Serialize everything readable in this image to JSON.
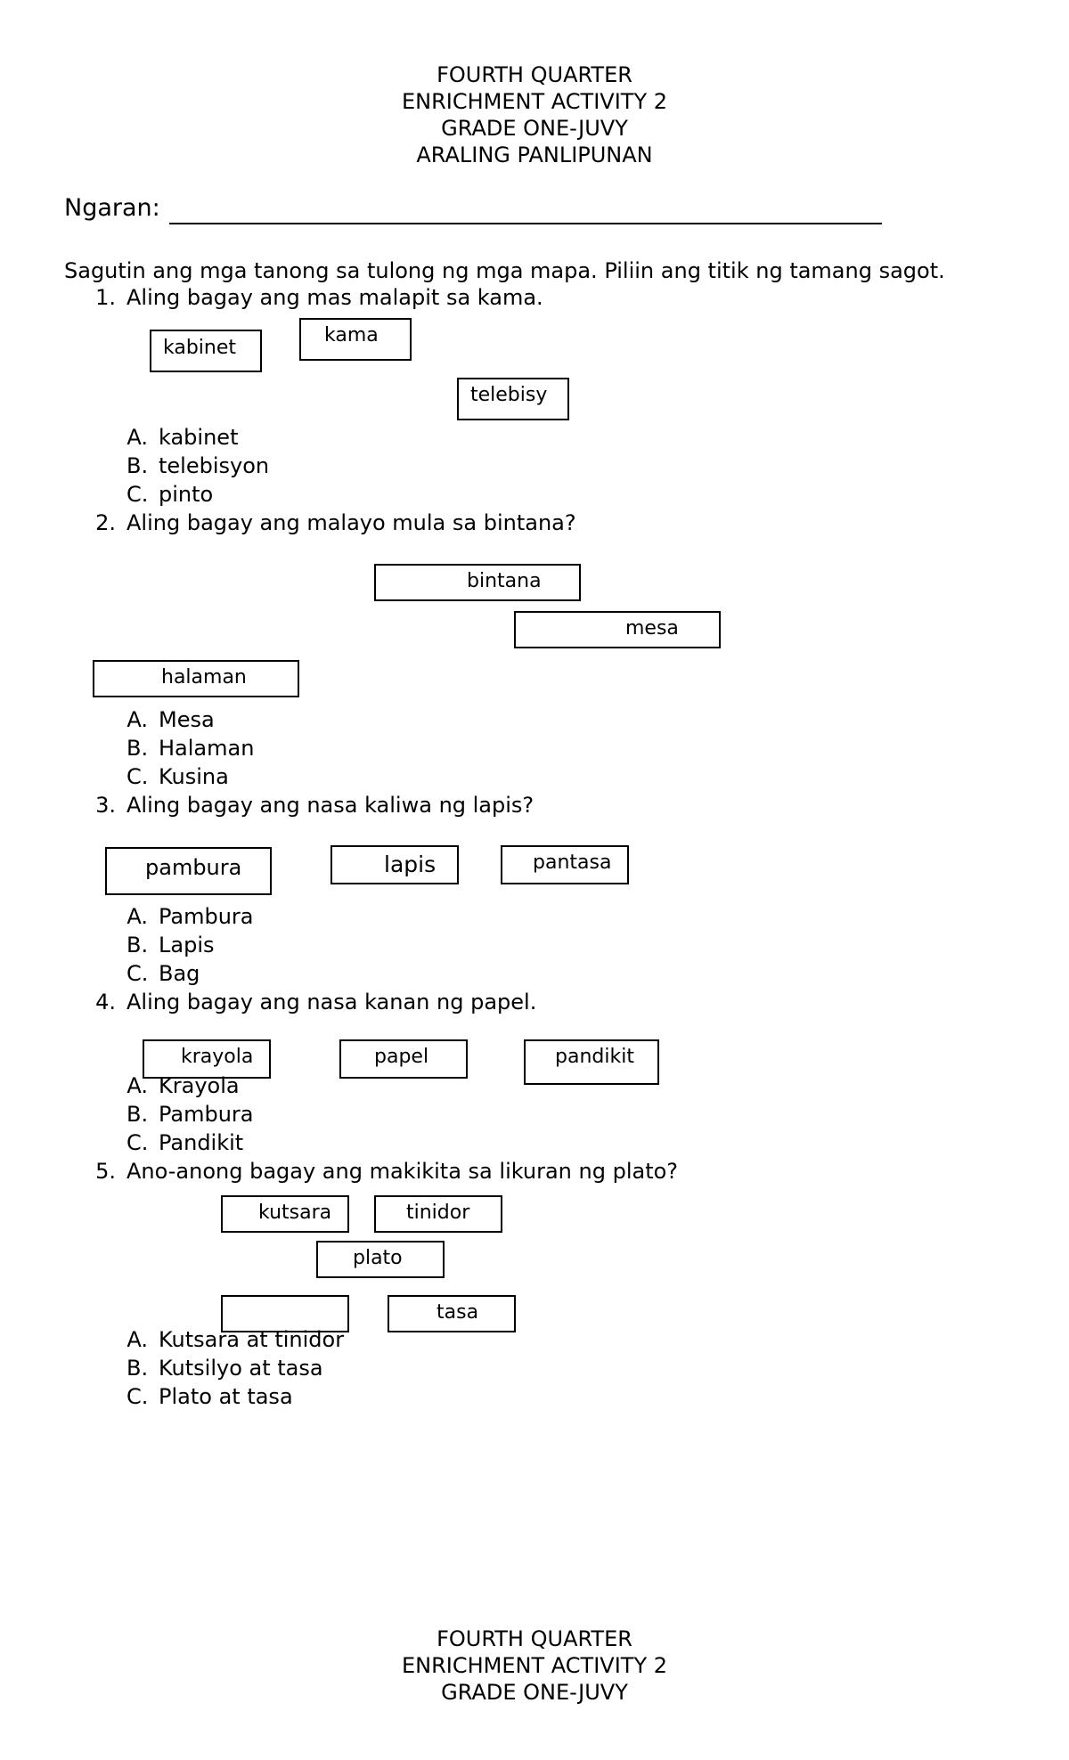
{
  "header": {
    "line1": "FOURTH QUARTER",
    "line2": "ENRICHMENT ACTIVITY 2",
    "line3": "GRADE ONE-JUVY",
    "line4": "ARALING PANLIPUNAN"
  },
  "name_label": "Ngaran:",
  "instructions": "Sagutin ang mga tanong sa tulong ng mga mapa. Piliin ang titik ng tamang sagot.",
  "questions": [
    {
      "num": "1.",
      "text": "Aling bagay ang mas malapit sa kama.",
      "boxes": [
        "kabinet",
        "kama",
        "telebisy"
      ],
      "options": [
        {
          "letter": "A.",
          "text": "kabinet"
        },
        {
          "letter": "B.",
          "text": "telebisyon"
        },
        {
          "letter": "C.",
          "text": "pinto"
        }
      ]
    },
    {
      "num": "2.",
      "text": "Aling bagay ang malayo mula sa bintana?",
      "boxes": [
        "bintana",
        "mesa",
        "halaman"
      ],
      "options": [
        {
          "letter": "A.",
          "text": "Mesa"
        },
        {
          "letter": "B.",
          "text": "Halaman"
        },
        {
          "letter": "C.",
          "text": "Kusina"
        }
      ]
    },
    {
      "num": "3.",
      "text": "Aling bagay ang nasa kaliwa ng lapis?",
      "boxes": [
        "pambura",
        "lapis",
        "pantasa"
      ],
      "options": [
        {
          "letter": "A.",
          "text": "Pambura"
        },
        {
          "letter": "B.",
          "text": "Lapis"
        },
        {
          "letter": "C.",
          "text": "Bag"
        }
      ]
    },
    {
      "num": "4.",
      "text": "Aling bagay ang nasa kanan ng papel.",
      "boxes": [
        "krayola",
        "papel",
        "pandikit"
      ],
      "options": [
        {
          "letter": "A.",
          "text": "Krayola"
        },
        {
          "letter": "B.",
          "text": "Pambura"
        },
        {
          "letter": "C.",
          "text": "Pandikit"
        }
      ]
    },
    {
      "num": "5.",
      "text": "Ano-anong bagay ang makikita sa likuran ng plato?",
      "boxes": [
        "kutsara",
        "tinidor",
        "plato",
        "",
        "tasa"
      ],
      "options": [
        {
          "letter": "A.",
          "text": "Kutsara at tinidor"
        },
        {
          "letter": "B.",
          "text": "Kutsilyo at tasa"
        },
        {
          "letter": "C.",
          "text": "Plato at tasa"
        }
      ]
    }
  ],
  "footer": {
    "line1": "FOURTH QUARTER",
    "line2": "ENRICHMENT ACTIVITY 2",
    "line3": "GRADE ONE-JUVY"
  }
}
